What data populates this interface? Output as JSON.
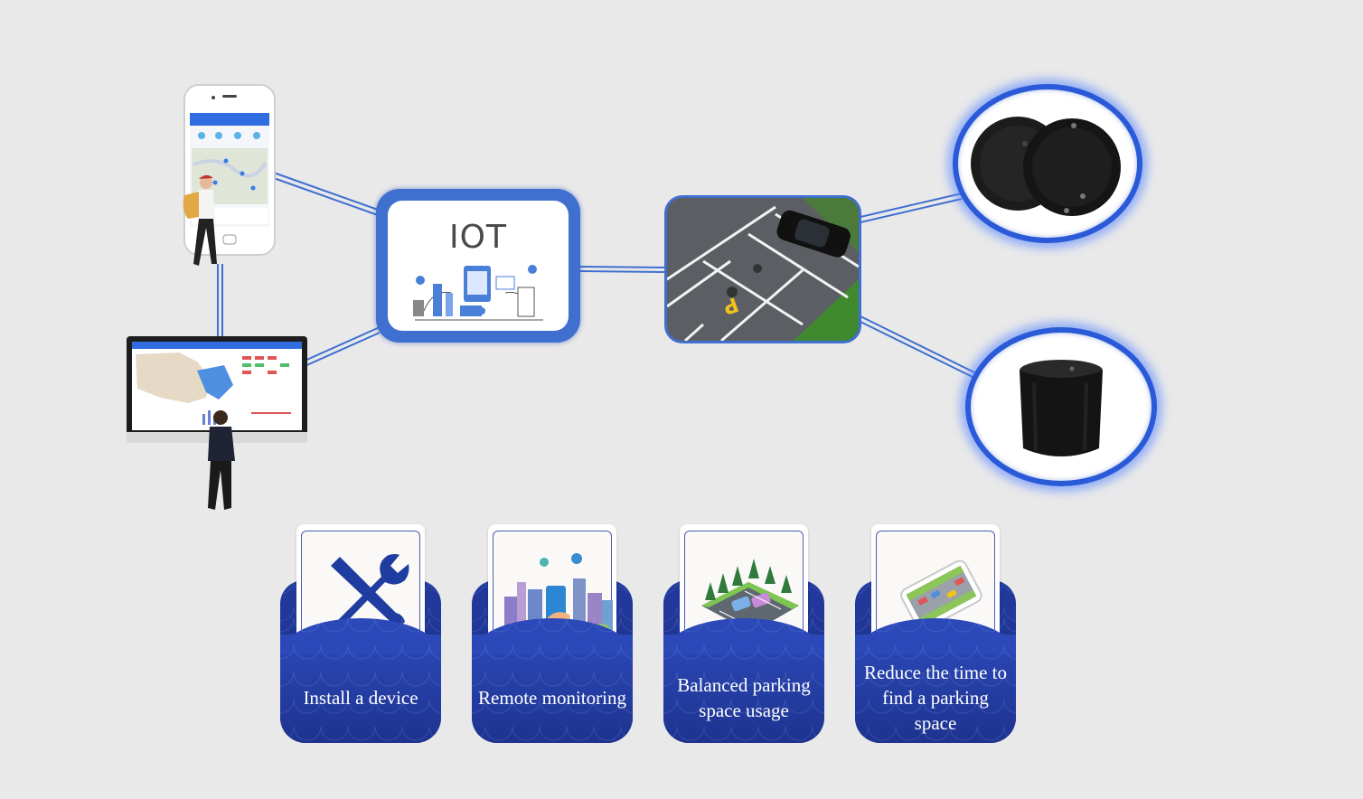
{
  "hub": {
    "title": "IOT"
  },
  "features": [
    {
      "label": "Install a device",
      "icon": "wrench-screwdriver-icon"
    },
    {
      "label": "Remote monitoring",
      "icon": "city-phone-icon"
    },
    {
      "label": "Balanced parking space usage",
      "icon": "parking-lot-icon"
    },
    {
      "label": "Reduce the time to find a parking space",
      "icon": "phone-map-icon"
    }
  ],
  "colors": {
    "background": "#e9e9ea",
    "accent_blue": "#3f6fcf",
    "card_blue": "#223a9d",
    "line_blue": "#3f6fcf"
  }
}
